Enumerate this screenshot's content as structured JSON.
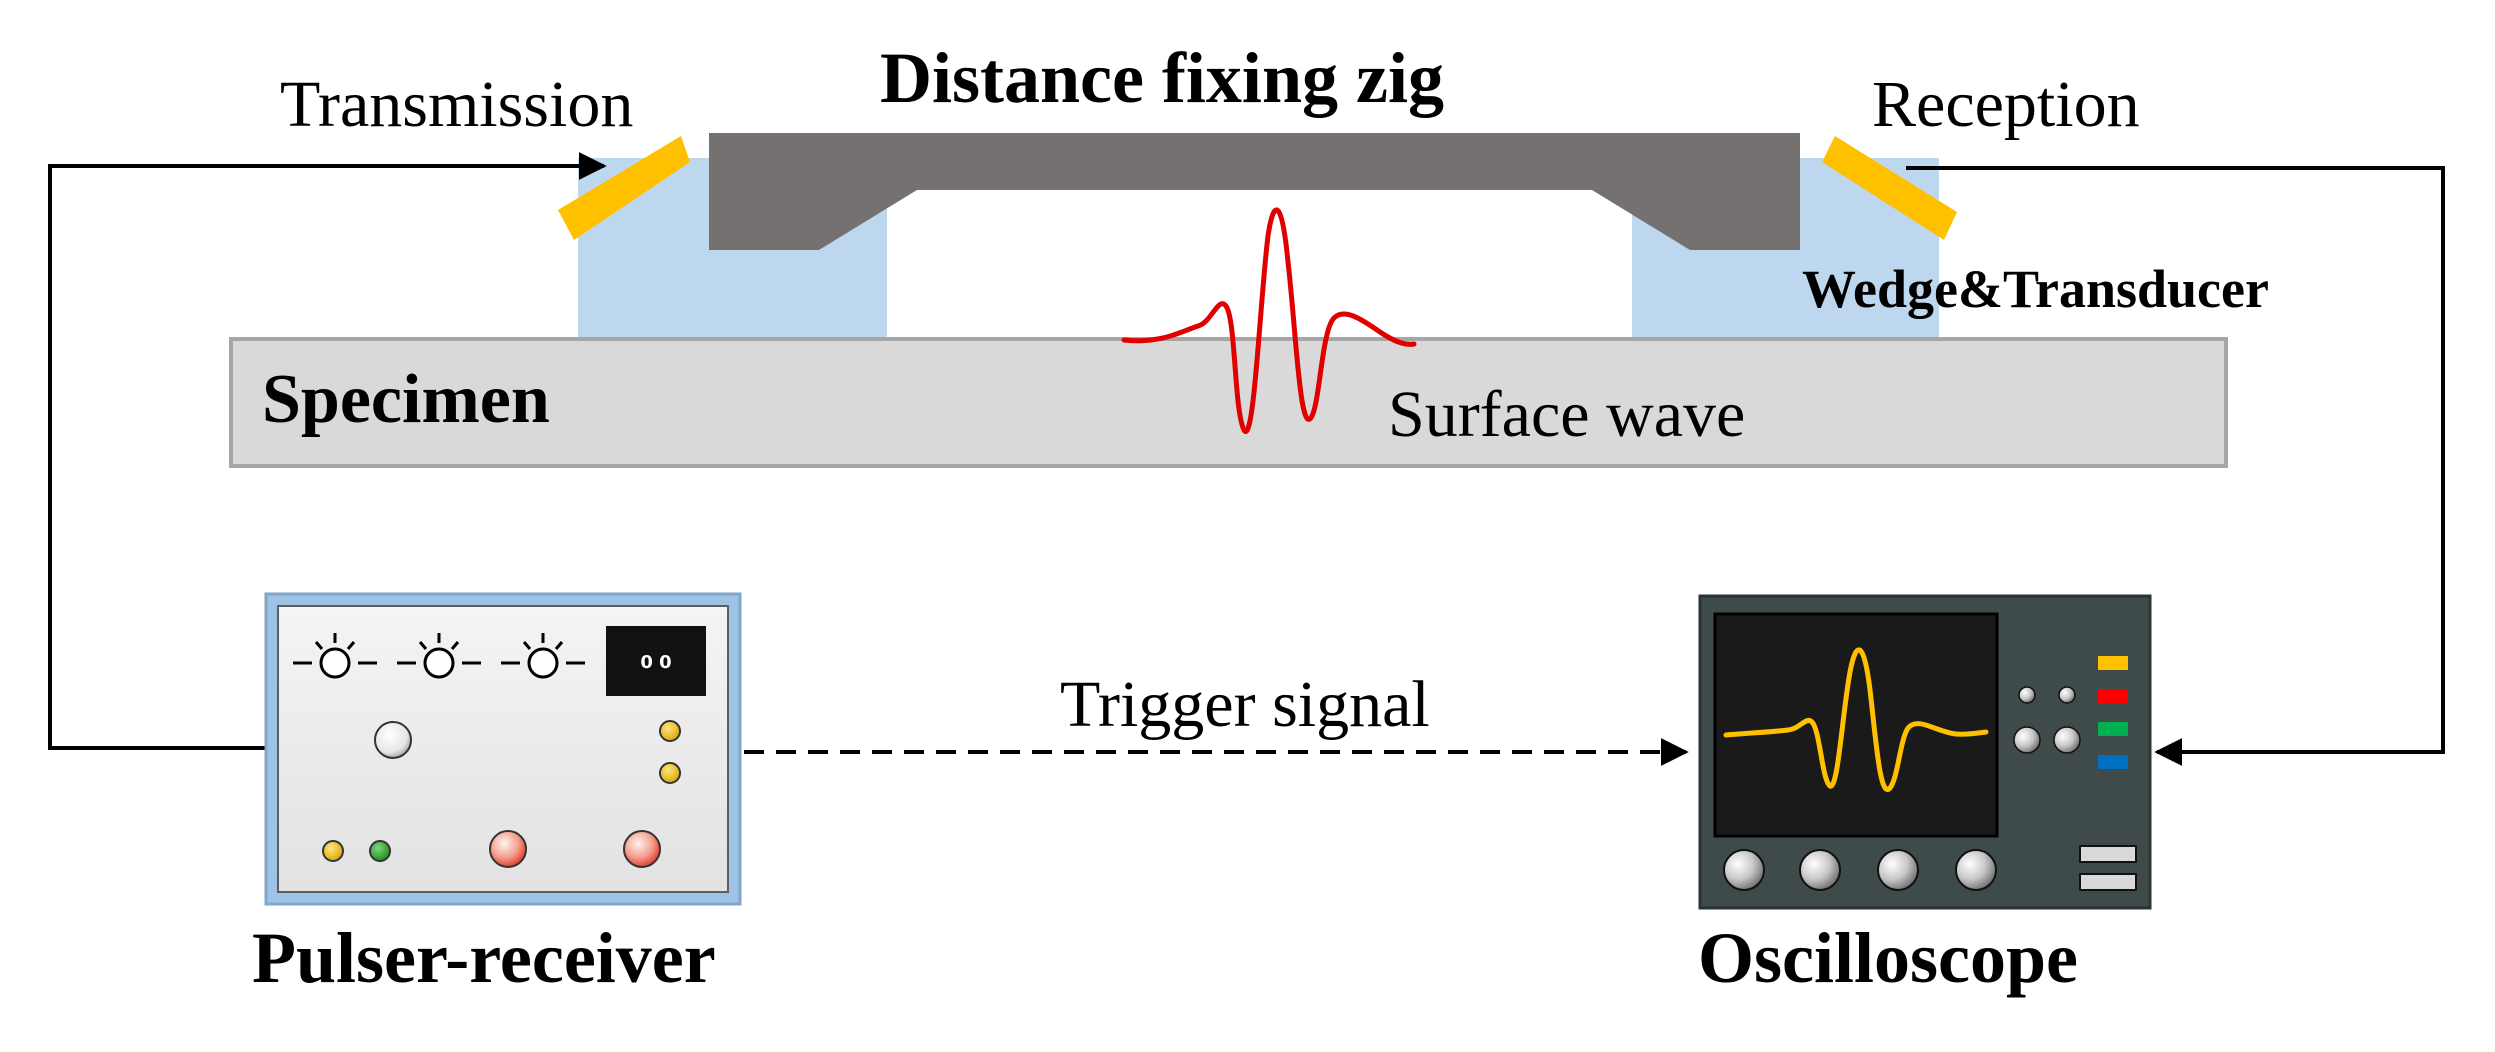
{
  "labels": {
    "title": "Distance fixing zig",
    "transmission": "Transmission",
    "reception": "Reception",
    "wedge_transducer": "Wedge&Transducer",
    "specimen": "Specimen",
    "surface_wave": "Surface wave",
    "trigger_signal": "Trigger  signal",
    "pulser_receiver": "Pulser-receiver",
    "oscilloscope": "Oscilloscope"
  },
  "pulser_display": "0 0",
  "colors": {
    "jig": "#767171",
    "wedge": "#bdd7ee",
    "transducer": "#ffc000",
    "specimen_fill": "#d9d9d9",
    "specimen_border": "#a6a6a6",
    "wave": "#e00000",
    "scope_body": "#3f4a4a",
    "scope_screen": "#1a1a1a",
    "scope_trace": "#ffc000",
    "pulser_frame": "#9dc3e6"
  }
}
